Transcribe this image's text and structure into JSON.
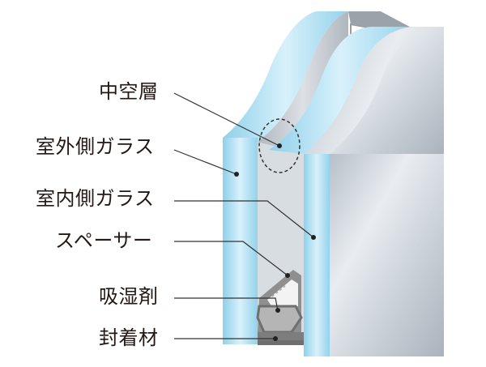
{
  "labels": {
    "hollow_layer": "中空層",
    "outer_glass": "室外側ガラス",
    "inner_glass": "室内側ガラス",
    "spacer": "スペーサー",
    "desiccant": "吸湿剤",
    "sealant": "封着材"
  },
  "colors": {
    "glass_edge": "#a9dcef",
    "glass_face": "#c7ced6",
    "spacer": "#8f8f8f",
    "sealant": "#7d7d7d",
    "desiccant": "#b5b5b5",
    "leader": "#333333"
  }
}
